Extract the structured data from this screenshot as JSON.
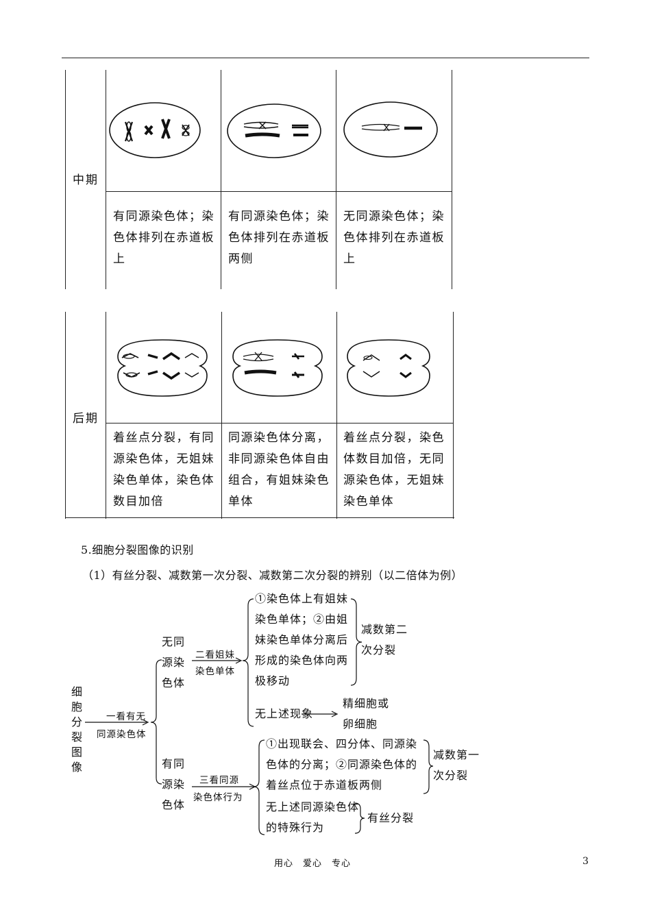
{
  "table_top": {
    "phase_label": "中期",
    "cells": [
      {
        "description": "有同源染色体；染色体排列在赤道板上"
      },
      {
        "description": "有同源染色体；染色体排列在赤道板两侧"
      },
      {
        "description": "无同源染色体；染色体排列在赤道板上"
      }
    ]
  },
  "table_bottom": {
    "phase_label": "后期",
    "cells": [
      {
        "description": "着丝点分裂，有同源染色体，无姐妹染色单体，染色体数目加倍"
      },
      {
        "description": "同源染色体分离，非同源染色体自由组合，有姐妹染色单体"
      },
      {
        "description": "着丝点分裂，染色体数目加倍，无同源染色体，无姐妹染色单体"
      }
    ]
  },
  "section": {
    "heading": "5.细胞分裂图像的识别",
    "subheading": "（1）有丝分裂、减数第一次分裂、减数第二次分裂的辨别（以二倍体为例）"
  },
  "flowchart": {
    "root_label": "细胞分裂图像",
    "step1_top": "一看有无",
    "step1_bottom": "同源染色体",
    "branch_no": "无同源染色体",
    "branch_yes": "有同源染色体",
    "step2_top": "二看姐妹",
    "step2_bottom": "染色单体",
    "step3_top": "三看同源",
    "step3_bottom": "染色体行为",
    "no_cond1": "①染色体上有姐妹染色单体；②由姐妹染色单体分离后形成的染色体向两极移动",
    "no_result1": "减数第二次分裂",
    "no_cond2": "无上述现象",
    "no_result2": "精细胞或卵细胞",
    "yes_cond1": "①出现联会、四分体、同源染色体的分离；②同源染色体的着丝点位于赤道板两侧",
    "yes_result1": "减数第一次分裂",
    "yes_cond2": "无上述同源染色体的特殊行为",
    "yes_result2": "有丝分裂"
  },
  "footer": {
    "motto": "用心　爱心　专心",
    "page_number": "3"
  }
}
